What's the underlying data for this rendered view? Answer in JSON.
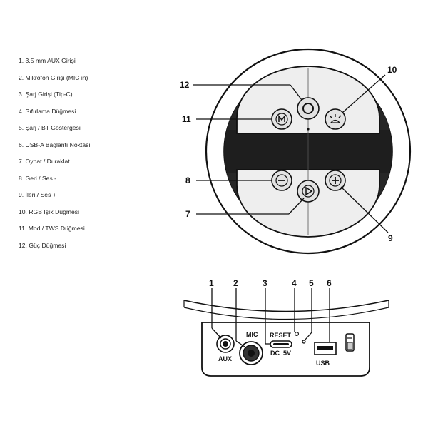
{
  "legend": [
    "1. 3.5 mm AUX Girişi",
    "2. Mikrofon Girişi (MIC in)",
    "3. Şarj Girişi (Tip-C)",
    "4. Sıfırlama Düğmesi",
    "5. Şarj / BT Göstergesi",
    "6. USB-A Bağlantı Noktası",
    "7. Oynat / Duraklat",
    "8. Geri / Ses -",
    "9. İleri / Ses +",
    "10. RGB Işık Düğmesi",
    "11. Mod / TWS Düğmesi",
    "12. Güç Düğmesi"
  ],
  "top_view": {
    "callouts": {
      "c12": "12",
      "c10": "10",
      "c11": "11",
      "c8": "8",
      "c7": "7",
      "c9": "9"
    },
    "button_glyphs": {
      "mode": "M",
      "power": "power-icon",
      "rgb": "light-icon",
      "minus": "minus-icon",
      "play": "play-icon",
      "plus": "plus-icon"
    }
  },
  "side_view": {
    "callouts": {
      "c1": "1",
      "c2": "2",
      "c3": "3",
      "c4": "4",
      "c5": "5",
      "c6": "6"
    },
    "labels": {
      "aux": "AUX",
      "mic": "MIC",
      "reset": "RESET",
      "dc": "DC",
      "v5": "5V",
      "usb": "USB"
    }
  },
  "colors": {
    "line": "#111111",
    "panel": "#eeeeee",
    "button": "#e2e2e2"
  }
}
